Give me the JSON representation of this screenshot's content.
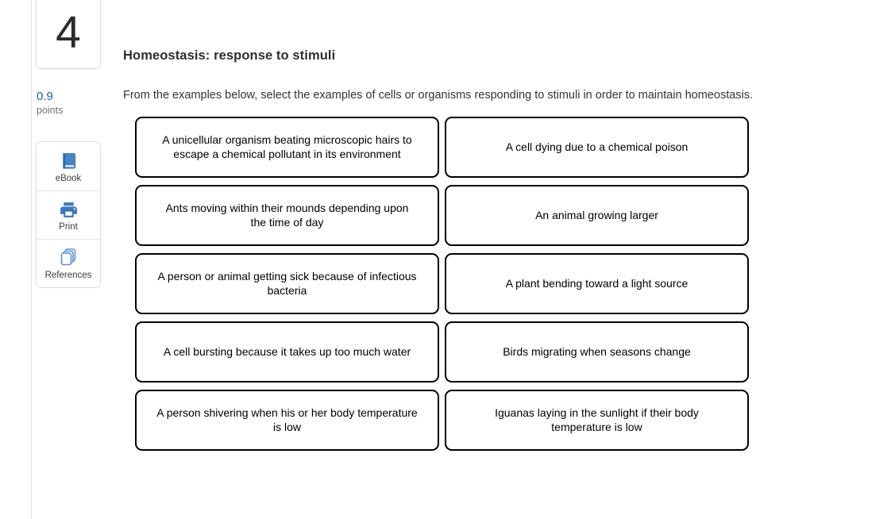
{
  "question": {
    "number": "4",
    "points_value": "0.9",
    "points_label": "points"
  },
  "toolbar": {
    "items": [
      {
        "label": "eBook",
        "icon": "ebook-icon"
      },
      {
        "label": "Print",
        "icon": "print-icon"
      },
      {
        "label": "References",
        "icon": "references-icon"
      }
    ]
  },
  "main": {
    "title": "Homeostasis: response to stimuli",
    "instructions": "From the examples below, select the examples of cells or organisms responding to stimuli in order to maintain homeostasis.",
    "options": [
      "A unicellular organism beating microscopic hairs to escape a chemical pollutant in its environment",
      "A cell dying due to a chemical poison",
      "Ants moving within their mounds depending upon the time of day",
      "An animal growing larger",
      "A person or animal getting sick because of infectious bacteria",
      "A plant bending toward a light source",
      "A cell bursting because it takes up too much water",
      "Birds migrating when seasons change",
      "A person shivering when his or her body temperature is low",
      "Iguanas laying in the sunlight if their body temperature is low"
    ]
  },
  "colors": {
    "accent_blue": "#1f5c99",
    "icon_blue": "#4a82c2",
    "icon_blue_dark": "#2f6bad",
    "icon_outline_blue": "#5b90d6",
    "box_border": "#000000",
    "panel_border": "#dcdcdc"
  }
}
